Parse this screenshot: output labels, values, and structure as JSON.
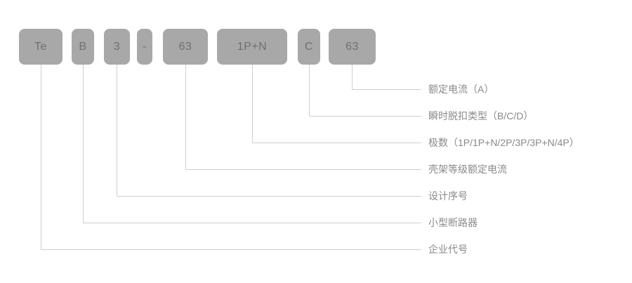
{
  "diagram": {
    "boxes": [
      {
        "label": "Te"
      },
      {
        "label": "B"
      },
      {
        "label": "3"
      },
      {
        "label": "-"
      },
      {
        "label": "63"
      },
      {
        "label": "1P+N"
      },
      {
        "label": "C"
      },
      {
        "label": "63"
      }
    ],
    "annotations": [
      {
        "text": "额定电流（A）"
      },
      {
        "text": "瞬时脱扣类型（B/C/D）"
      },
      {
        "text": "极数（1P/1P+N/2P/3P/3P+N/4P）"
      },
      {
        "text": "壳架等级额定电流"
      },
      {
        "text": "设计序号"
      },
      {
        "text": "小型断路器"
      },
      {
        "text": "企业代号"
      }
    ],
    "colors": {
      "background": "#ffffff",
      "box_fill": "#a8a8a8",
      "box_text": "#6f6f6f",
      "connector_line": "#cfcfcf",
      "annotation_text": "#8a8a8a"
    }
  }
}
